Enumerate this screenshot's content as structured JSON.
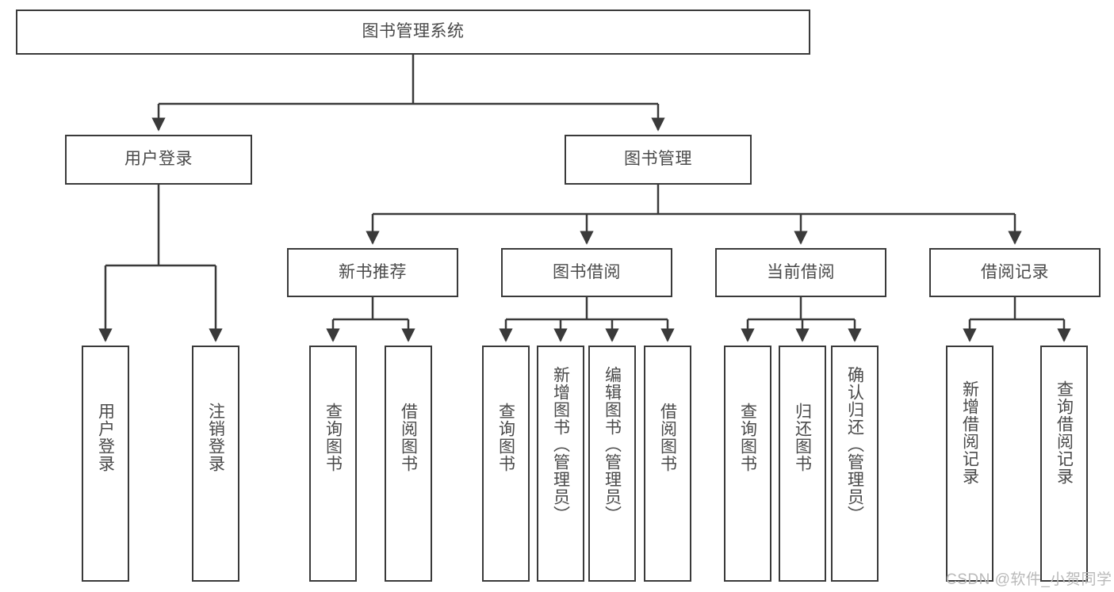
{
  "diagram": {
    "type": "tree-hierarchy",
    "title": "图书管理系统",
    "root": {
      "label": "图书管理系统"
    },
    "level1": [
      {
        "label": "用户登录"
      },
      {
        "label": "图书管理"
      }
    ],
    "level2": [
      {
        "label": "新书推荐"
      },
      {
        "label": "图书借阅"
      },
      {
        "label": "当前借阅"
      },
      {
        "label": "借阅记录"
      }
    ],
    "leaves": {
      "user_login": [
        {
          "label": "用户登录"
        },
        {
          "label": "注销登录"
        }
      ],
      "new_book_recommend": [
        {
          "label": "查询图书"
        },
        {
          "label": "借阅图书"
        }
      ],
      "book_borrow": [
        {
          "label": "查询图书"
        },
        {
          "label": "新增图书（管理员）"
        },
        {
          "label": "编辑图书（管理员）"
        },
        {
          "label": "借阅图书"
        }
      ],
      "current_borrow": [
        {
          "label": "查询图书"
        },
        {
          "label": "归还图书"
        },
        {
          "label": "确认归还（管理员）"
        }
      ],
      "borrow_record": [
        {
          "label": "新增借阅记录"
        },
        {
          "label": "查询借阅记录"
        }
      ]
    }
  },
  "watermark": {
    "text": "CSDN @软件_小贺同学"
  },
  "colors": {
    "stroke": "#3a3a3a",
    "text": "#4a4a4a",
    "background": "#ffffff",
    "watermark": "#b9b9b9"
  }
}
